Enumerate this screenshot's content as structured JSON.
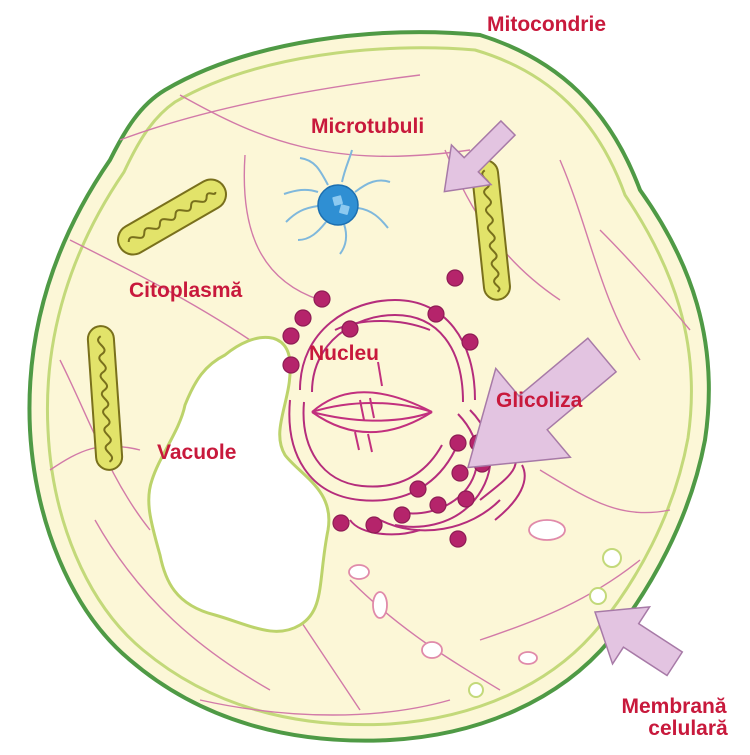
{
  "labels": {
    "mitocondrie": "Mitocondrie",
    "microtubuli": "Microtubuli",
    "citoplasma": "Citoplasmă",
    "nucleu": "Nucleu",
    "glicoliza": "Glicoliza",
    "vacuole": "Vacuole",
    "membrana_line1": "Membrană",
    "membrana_line2": "celulară"
  },
  "colors": {
    "label_text": "#c8193c",
    "cytoplasm_fill": "#fcf7d7",
    "outer_membrane": "#4f9a45",
    "inner_membrane": "#c3d97a",
    "filaments": "#d27aa8",
    "arrows": "#e3c4e1",
    "mitochondria": "#e2e36a",
    "mitochondria_outline": "#79701c",
    "golgi_er": "#b52d7c",
    "ribosomes": "#b5246b",
    "centrosome": "#2f8fd3",
    "centrosome_rays": "#7fb8dc"
  },
  "icons": {
    "arrow": "arrow-icon",
    "mitochondrion": "mitochondrion-icon",
    "centrosome": "centrosome-icon",
    "ribosome": "ribosome-icon"
  }
}
